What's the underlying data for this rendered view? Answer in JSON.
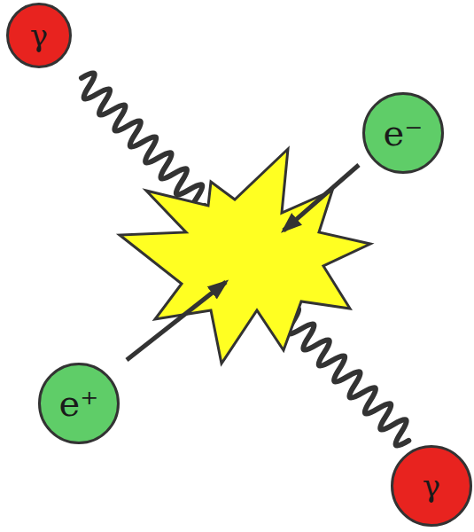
{
  "diagram": {
    "nodes": [
      {
        "text": [
          "γ"
        ]
      },
      {
        "text": [
          "e⁻"
        ]
      },
      {
        "text": [
          "e⁺"
        ]
      },
      {
        "text": [
          "γ"
        ]
      }
    ]
  }
}
